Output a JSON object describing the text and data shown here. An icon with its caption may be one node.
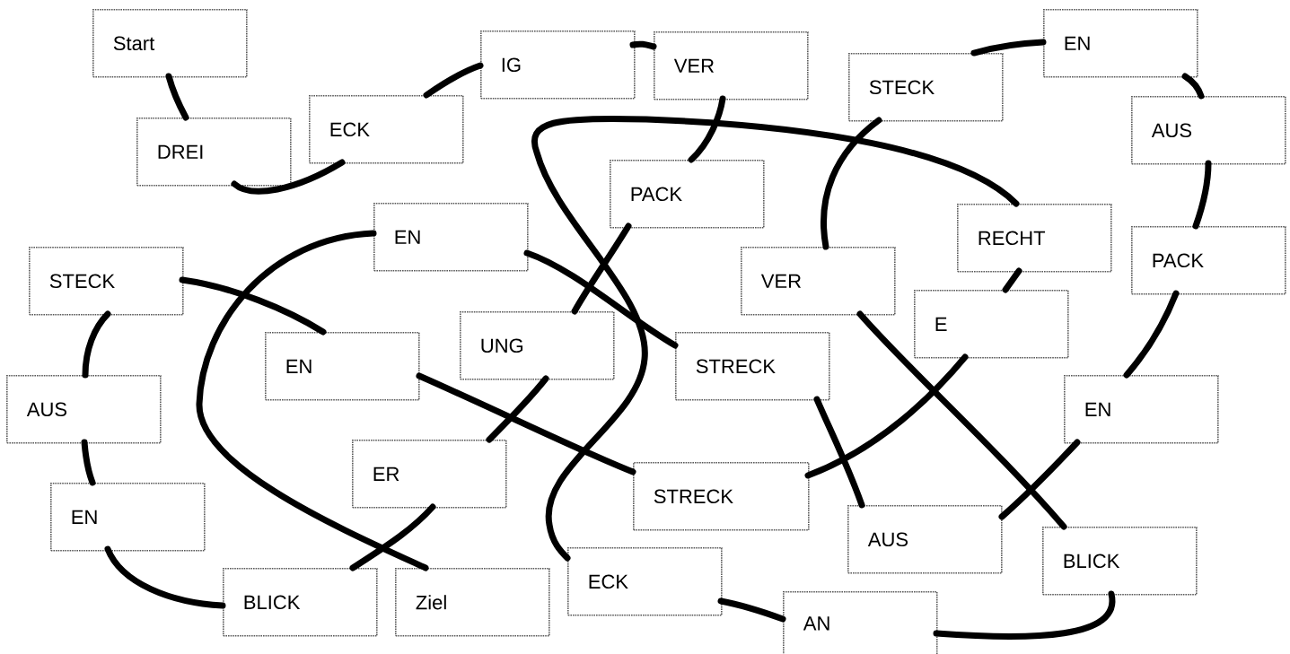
{
  "diagram": {
    "nodes": [
      {
        "text": [
          "Start"
        ]
      },
      {
        "text": [
          "DREI"
        ]
      },
      {
        "text": [
          "ECK"
        ]
      },
      {
        "text": [
          "IG"
        ]
      },
      {
        "text": [
          "VER"
        ]
      },
      {
        "text": [
          "STECK"
        ]
      },
      {
        "text": [
          "EN"
        ]
      },
      {
        "text": [
          "AUS"
        ]
      },
      {
        "text": [
          "PACK"
        ]
      },
      {
        "text": [
          "EN"
        ]
      },
      {
        "text": [
          "RECHT"
        ]
      },
      {
        "text": [
          "PACK"
        ]
      },
      {
        "text": [
          "STECK"
        ]
      },
      {
        "text": [
          "VER"
        ]
      },
      {
        "text": [
          "E"
        ]
      },
      {
        "text": [
          "EN"
        ]
      },
      {
        "text": [
          "UNG"
        ]
      },
      {
        "text": [
          "STRECK"
        ]
      },
      {
        "text": [
          "AUS"
        ]
      },
      {
        "text": [
          "EN"
        ]
      },
      {
        "text": [
          "ER"
        ]
      },
      {
        "text": [
          "STRECK"
        ]
      },
      {
        "text": [
          "EN"
        ]
      },
      {
        "text": [
          "AUS"
        ]
      },
      {
        "text": [
          "BLICK"
        ]
      },
      {
        "text": [
          "BLICK"
        ]
      },
      {
        "text": [
          "Ziel"
        ]
      },
      {
        "text": [
          "ECK"
        ]
      },
      {
        "text": [
          "AN"
        ]
      }
    ],
    "edges": [
      {
        "from": 0,
        "to": 1,
        "arrow": "none"
      },
      {
        "from": 1,
        "to": 2,
        "arrow": "none"
      },
      {
        "from": 2,
        "to": 3,
        "arrow": "none"
      },
      {
        "from": 3,
        "to": 4,
        "arrow": "none"
      },
      {
        "from": 4,
        "to": 8,
        "arrow": "none"
      },
      {
        "from": 8,
        "to": 16,
        "arrow": "none"
      },
      {
        "from": 16,
        "to": 20,
        "arrow": "none"
      },
      {
        "from": 20,
        "to": 25,
        "arrow": "none"
      },
      {
        "from": 25,
        "to": 22,
        "arrow": "none"
      },
      {
        "from": 22,
        "to": 18,
        "arrow": "none"
      },
      {
        "from": 18,
        "to": 12,
        "arrow": "none"
      },
      {
        "from": 12,
        "to": 15,
        "arrow": "none"
      },
      {
        "from": 15,
        "to": 21,
        "arrow": "none"
      },
      {
        "from": 21,
        "to": 14,
        "arrow": "none"
      },
      {
        "from": 14,
        "to": 10,
        "arrow": "none"
      },
      {
        "from": 10,
        "to": 27,
        "arrow": "none"
      },
      {
        "from": 27,
        "to": 28,
        "arrow": "none"
      },
      {
        "from": 28,
        "to": 24,
        "arrow": "none"
      },
      {
        "from": 24,
        "to": 13,
        "arrow": "none"
      },
      {
        "from": 13,
        "to": 5,
        "arrow": "none"
      },
      {
        "from": 5,
        "to": 6,
        "arrow": "none"
      },
      {
        "from": 6,
        "to": 7,
        "arrow": "none"
      },
      {
        "from": 7,
        "to": 11,
        "arrow": "none"
      },
      {
        "from": 11,
        "to": 19,
        "arrow": "none"
      },
      {
        "from": 19,
        "to": 23,
        "arrow": "none"
      },
      {
        "from": 23,
        "to": 17,
        "arrow": "none"
      },
      {
        "from": 17,
        "to": 9,
        "arrow": "none"
      },
      {
        "from": 9,
        "to": 26,
        "arrow": "none"
      }
    ]
  }
}
